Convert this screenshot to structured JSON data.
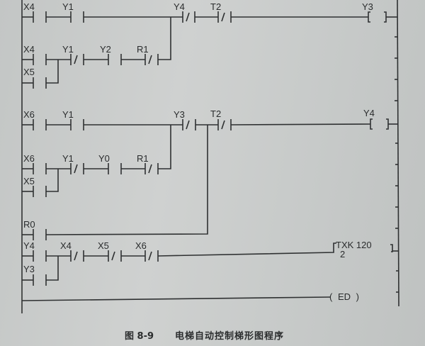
{
  "caption": {
    "figure": "图 8-9",
    "title": "电梯自动控制梯形图程序"
  },
  "rungs": [
    {
      "id": "rung1",
      "contacts": [
        {
          "label": "X4",
          "type": "NO"
        },
        {
          "label": "Y1",
          "type": "NO"
        },
        {
          "label": "Y4",
          "type": "NC"
        },
        {
          "label": "T2",
          "type": "NC"
        }
      ],
      "branch": [
        {
          "label": "X4",
          "type": "NO"
        },
        {
          "label": "X5",
          "type": "NO",
          "parallel_to": "X4"
        },
        {
          "label": "Y1",
          "type": "NC"
        },
        {
          "label": "Y2",
          "type": "NO"
        },
        {
          "label": "R1",
          "type": "NC"
        }
      ],
      "coil": {
        "label": "Y3",
        "type": "output"
      }
    },
    {
      "id": "rung2",
      "contacts": [
        {
          "label": "X6",
          "type": "NO"
        },
        {
          "label": "Y1",
          "type": "NO"
        },
        {
          "label": "Y3",
          "type": "NC"
        },
        {
          "label": "T2",
          "type": "NC"
        }
      ],
      "branch": [
        {
          "label": "X6",
          "type": "NO"
        },
        {
          "label": "X5",
          "type": "NO",
          "parallel_to": "X6"
        },
        {
          "label": "Y1",
          "type": "NC"
        },
        {
          "label": "Y0",
          "type": "NO"
        },
        {
          "label": "R1",
          "type": "NC"
        }
      ],
      "coil": {
        "label": "Y4",
        "type": "output"
      }
    },
    {
      "id": "rung3",
      "contacts": [
        {
          "label": "R0",
          "type": "NO"
        }
      ],
      "joins": "rung2 before T2"
    },
    {
      "id": "rung4",
      "contacts": [
        {
          "label": "Y4",
          "type": "NO"
        },
        {
          "label": "Y3",
          "type": "NO",
          "parallel_to": "Y4"
        },
        {
          "label": "X4",
          "type": "NC"
        },
        {
          "label": "X5",
          "type": "NC"
        },
        {
          "label": "X6",
          "type": "NC"
        }
      ],
      "instruction": {
        "name": "TXK",
        "preset": "120",
        "number": "2"
      }
    },
    {
      "id": "rung5",
      "instruction": {
        "name": "ED"
      }
    }
  ],
  "labels": {
    "r1_x4": "X4",
    "r1_y1": "Y1",
    "r1_y4": "Y4",
    "r1_t2": "T2",
    "r1_coil": "Y3",
    "r1b_x4": "X4",
    "r1b_x5": "X5",
    "r1b_y1": "Y1",
    "r1b_y2": "Y2",
    "r1b_r1": "R1",
    "r2_x6": "X6",
    "r2_y1": "Y1",
    "r2_y3": "Y3",
    "r2_t2": "T2",
    "r2_coil": "Y4",
    "r2b_x6": "X6",
    "r2b_x5": "X5",
    "r2b_y1": "Y1",
    "r2b_y0": "Y0",
    "r2b_r1": "R1",
    "r3_r0": "R0",
    "r4_y4": "Y4",
    "r4_y3": "Y3",
    "r4_x4": "X4",
    "r4_x5": "X5",
    "r4_x6": "X6",
    "r4_txk": "TXK  120",
    "r4_txk_num": "2",
    "r5_ed": "( ED )"
  },
  "colors": {
    "paper": "#c9cbca",
    "ink": "#2f3132"
  }
}
